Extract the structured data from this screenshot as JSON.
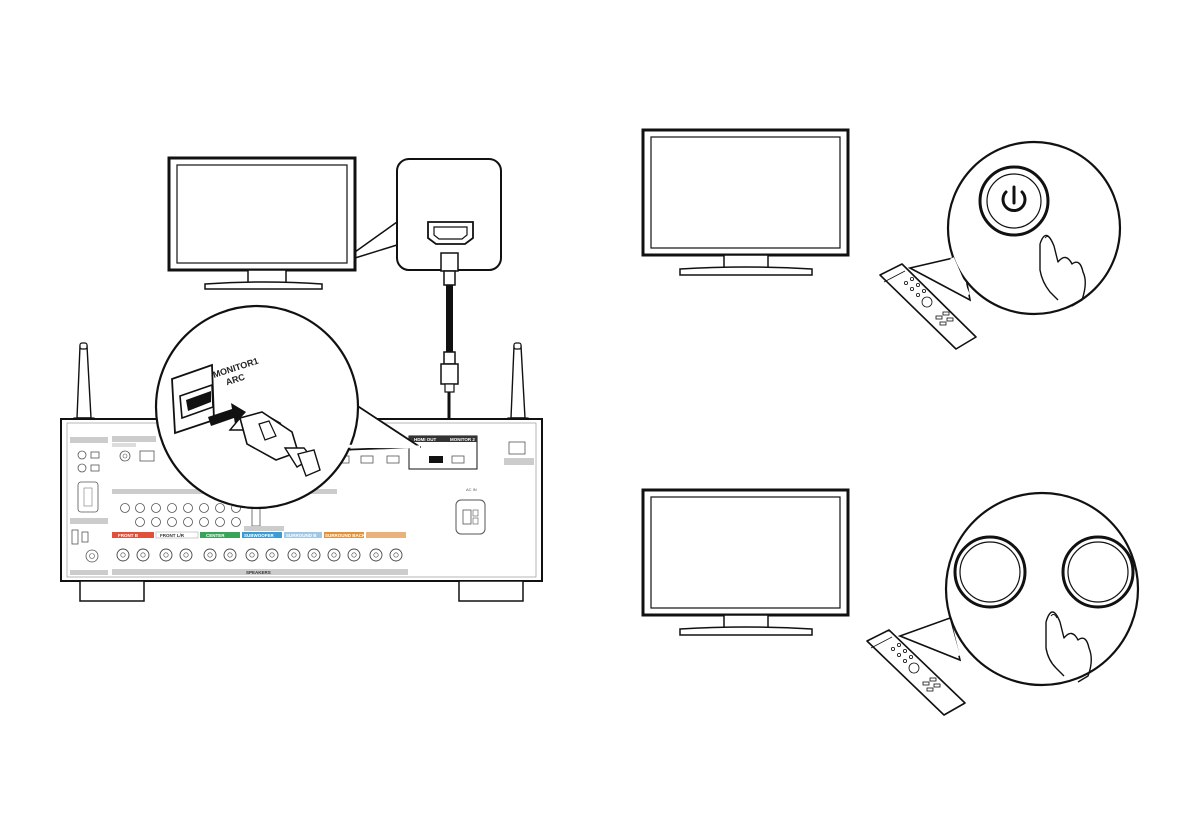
{
  "diagram": {
    "zoom_port_label": "MONITOR1\nARC",
    "receiver": {
      "section_labels": [
        "HDMI OUT",
        "MONITOR 2",
        "FRONT B",
        "FRONT L/R",
        "CENTER",
        "SUBWOOFER",
        "SURROUND B",
        "SURROUND BACK",
        "SPEAKERS",
        "AC IN"
      ],
      "speaker_band_colors": [
        "#e0503a",
        "#ffffff",
        "#3aa35a",
        "#3a9bd5",
        "#9ec8e6",
        "#e2923a",
        "#e8b27a"
      ]
    },
    "steps": [
      {
        "tv": "tv-step-power",
        "button_icon": "power-icon"
      },
      {
        "tv": "tv-step-two-buttons",
        "button_icon": "blank-buttons"
      }
    ]
  }
}
